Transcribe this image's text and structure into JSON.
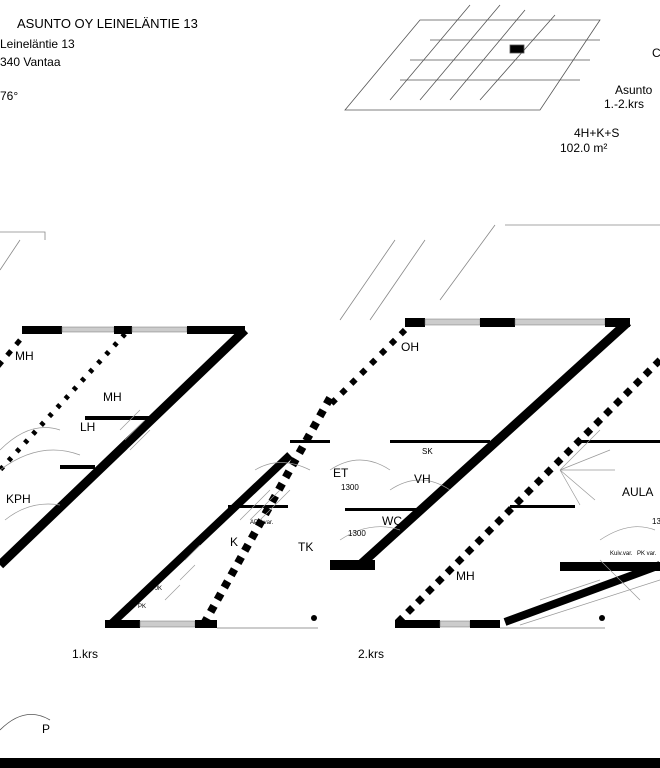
{
  "header": {
    "title": "ASUNTO OY LEINELÄNTIE 13",
    "street": "Leineläntie 13",
    "city": "340 Vantaa",
    "number": "76°"
  },
  "apartment": {
    "letter": "C",
    "label": "Asunto",
    "floors": "1.-2.krs",
    "type": "4H+K+S",
    "area": "102.0 m²"
  },
  "floor1": {
    "caption": "1.krs",
    "rooms": [
      "MH",
      "MH",
      "LH",
      "KPH",
      "K"
    ],
    "small": [
      "APK var.",
      "JK",
      "PK"
    ]
  },
  "floor2": {
    "caption": "2.krs",
    "rooms": [
      "TK",
      "ET",
      "VH",
      "WC",
      "SK",
      "OH",
      "AULA",
      "MH"
    ],
    "dims": [
      "1300",
      "1300",
      "13"
    ],
    "small": [
      "Kuiv.var.",
      "PK var."
    ]
  },
  "footer": {
    "north_label": "P"
  },
  "colors": {
    "wall": "#000000",
    "thin": "#9a9a9a",
    "window": "#c8c8c8"
  }
}
